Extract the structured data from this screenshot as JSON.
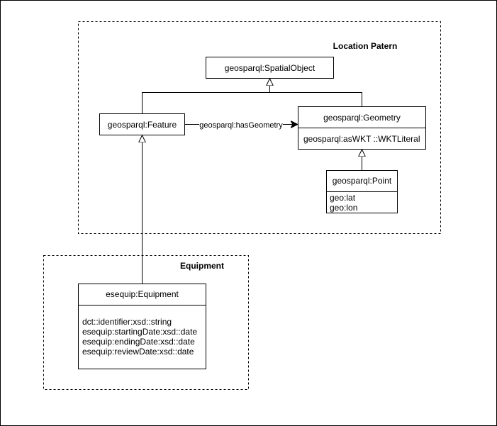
{
  "groups": {
    "location": {
      "title": "Location Patern"
    },
    "equipment": {
      "title": "Equipment"
    }
  },
  "classes": {
    "spatial_object": {
      "name": "geosparql:SpatialObject"
    },
    "feature": {
      "name": "geosparql:Feature"
    },
    "geometry": {
      "name": "geosparql:Geometry",
      "attributes": [
        "geosparql:asWKT ::WKTLiteral"
      ]
    },
    "point": {
      "name": "geosparql:Point",
      "attributes": [
        "geo:lat",
        "geo:lon"
      ]
    },
    "equipment": {
      "name": "esequip:Equipment",
      "attributes": [
        "dct::identifier:xsd::string",
        "esequip:startingDate:xsd::date",
        "esequip:endingDate:xsd::date",
        "esequip:reviewDate:xsd::date"
      ]
    }
  },
  "relations": {
    "has_geometry": {
      "label": "geosparql:hasGeometry"
    }
  },
  "colors": {
    "line": "#000000",
    "background": "#ffffff"
  }
}
